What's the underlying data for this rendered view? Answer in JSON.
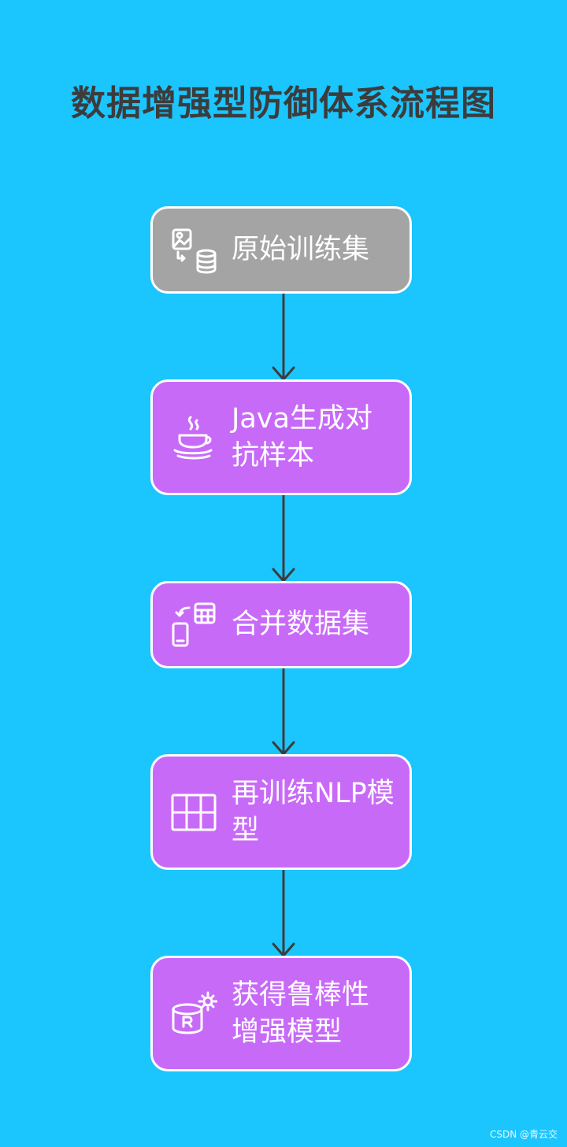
{
  "title": "数据增强型防御体系流程图",
  "colors": {
    "background": "#1bc5fe",
    "node_gray": "#a4a4a4",
    "node_purple": "#c86af8",
    "border": "#ffffff",
    "arrow": "#3c3c3c",
    "title": "#3c3c3c"
  },
  "nodes": [
    {
      "label": "原始训练集",
      "icon": "image-database-icon"
    },
    {
      "label": "Java生成对抗样本",
      "icon": "java-icon"
    },
    {
      "label": "合并数据集",
      "icon": "phone-sync-calculator-icon"
    },
    {
      "label": "再训练NLP模型",
      "icon": "table-grid-icon"
    },
    {
      "label": "获得鲁棒性增强模型",
      "icon": "database-r-gear-icon"
    }
  ],
  "watermark": "CSDN @青云交"
}
